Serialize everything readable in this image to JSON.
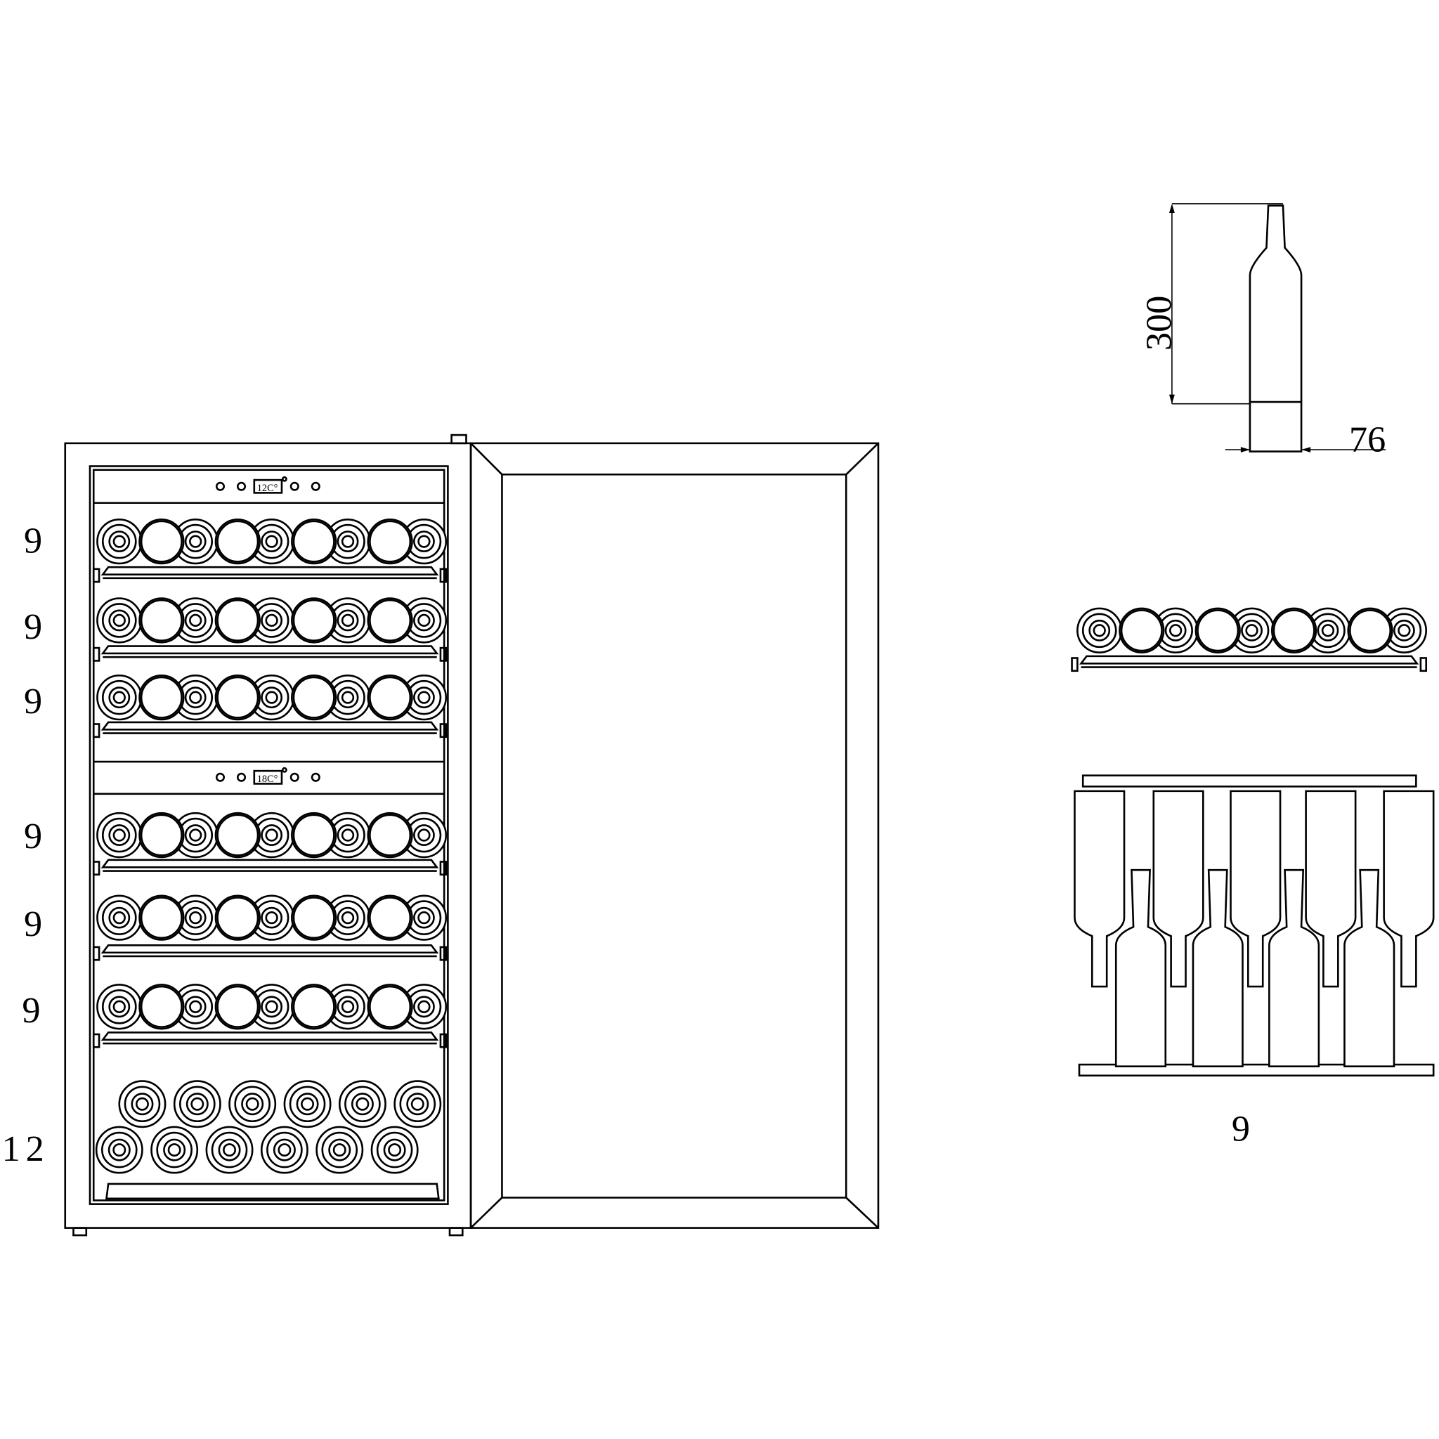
{
  "cabinet": {
    "shelf_counts": [
      "9",
      "9",
      "9",
      "9",
      "9",
      "9",
      "12"
    ],
    "upper_zone_display": "12C°",
    "lower_zone_display": "18C°"
  },
  "bottle_dimensions": {
    "height": "300",
    "diameter": "76"
  },
  "side_view": {
    "count": "9"
  }
}
